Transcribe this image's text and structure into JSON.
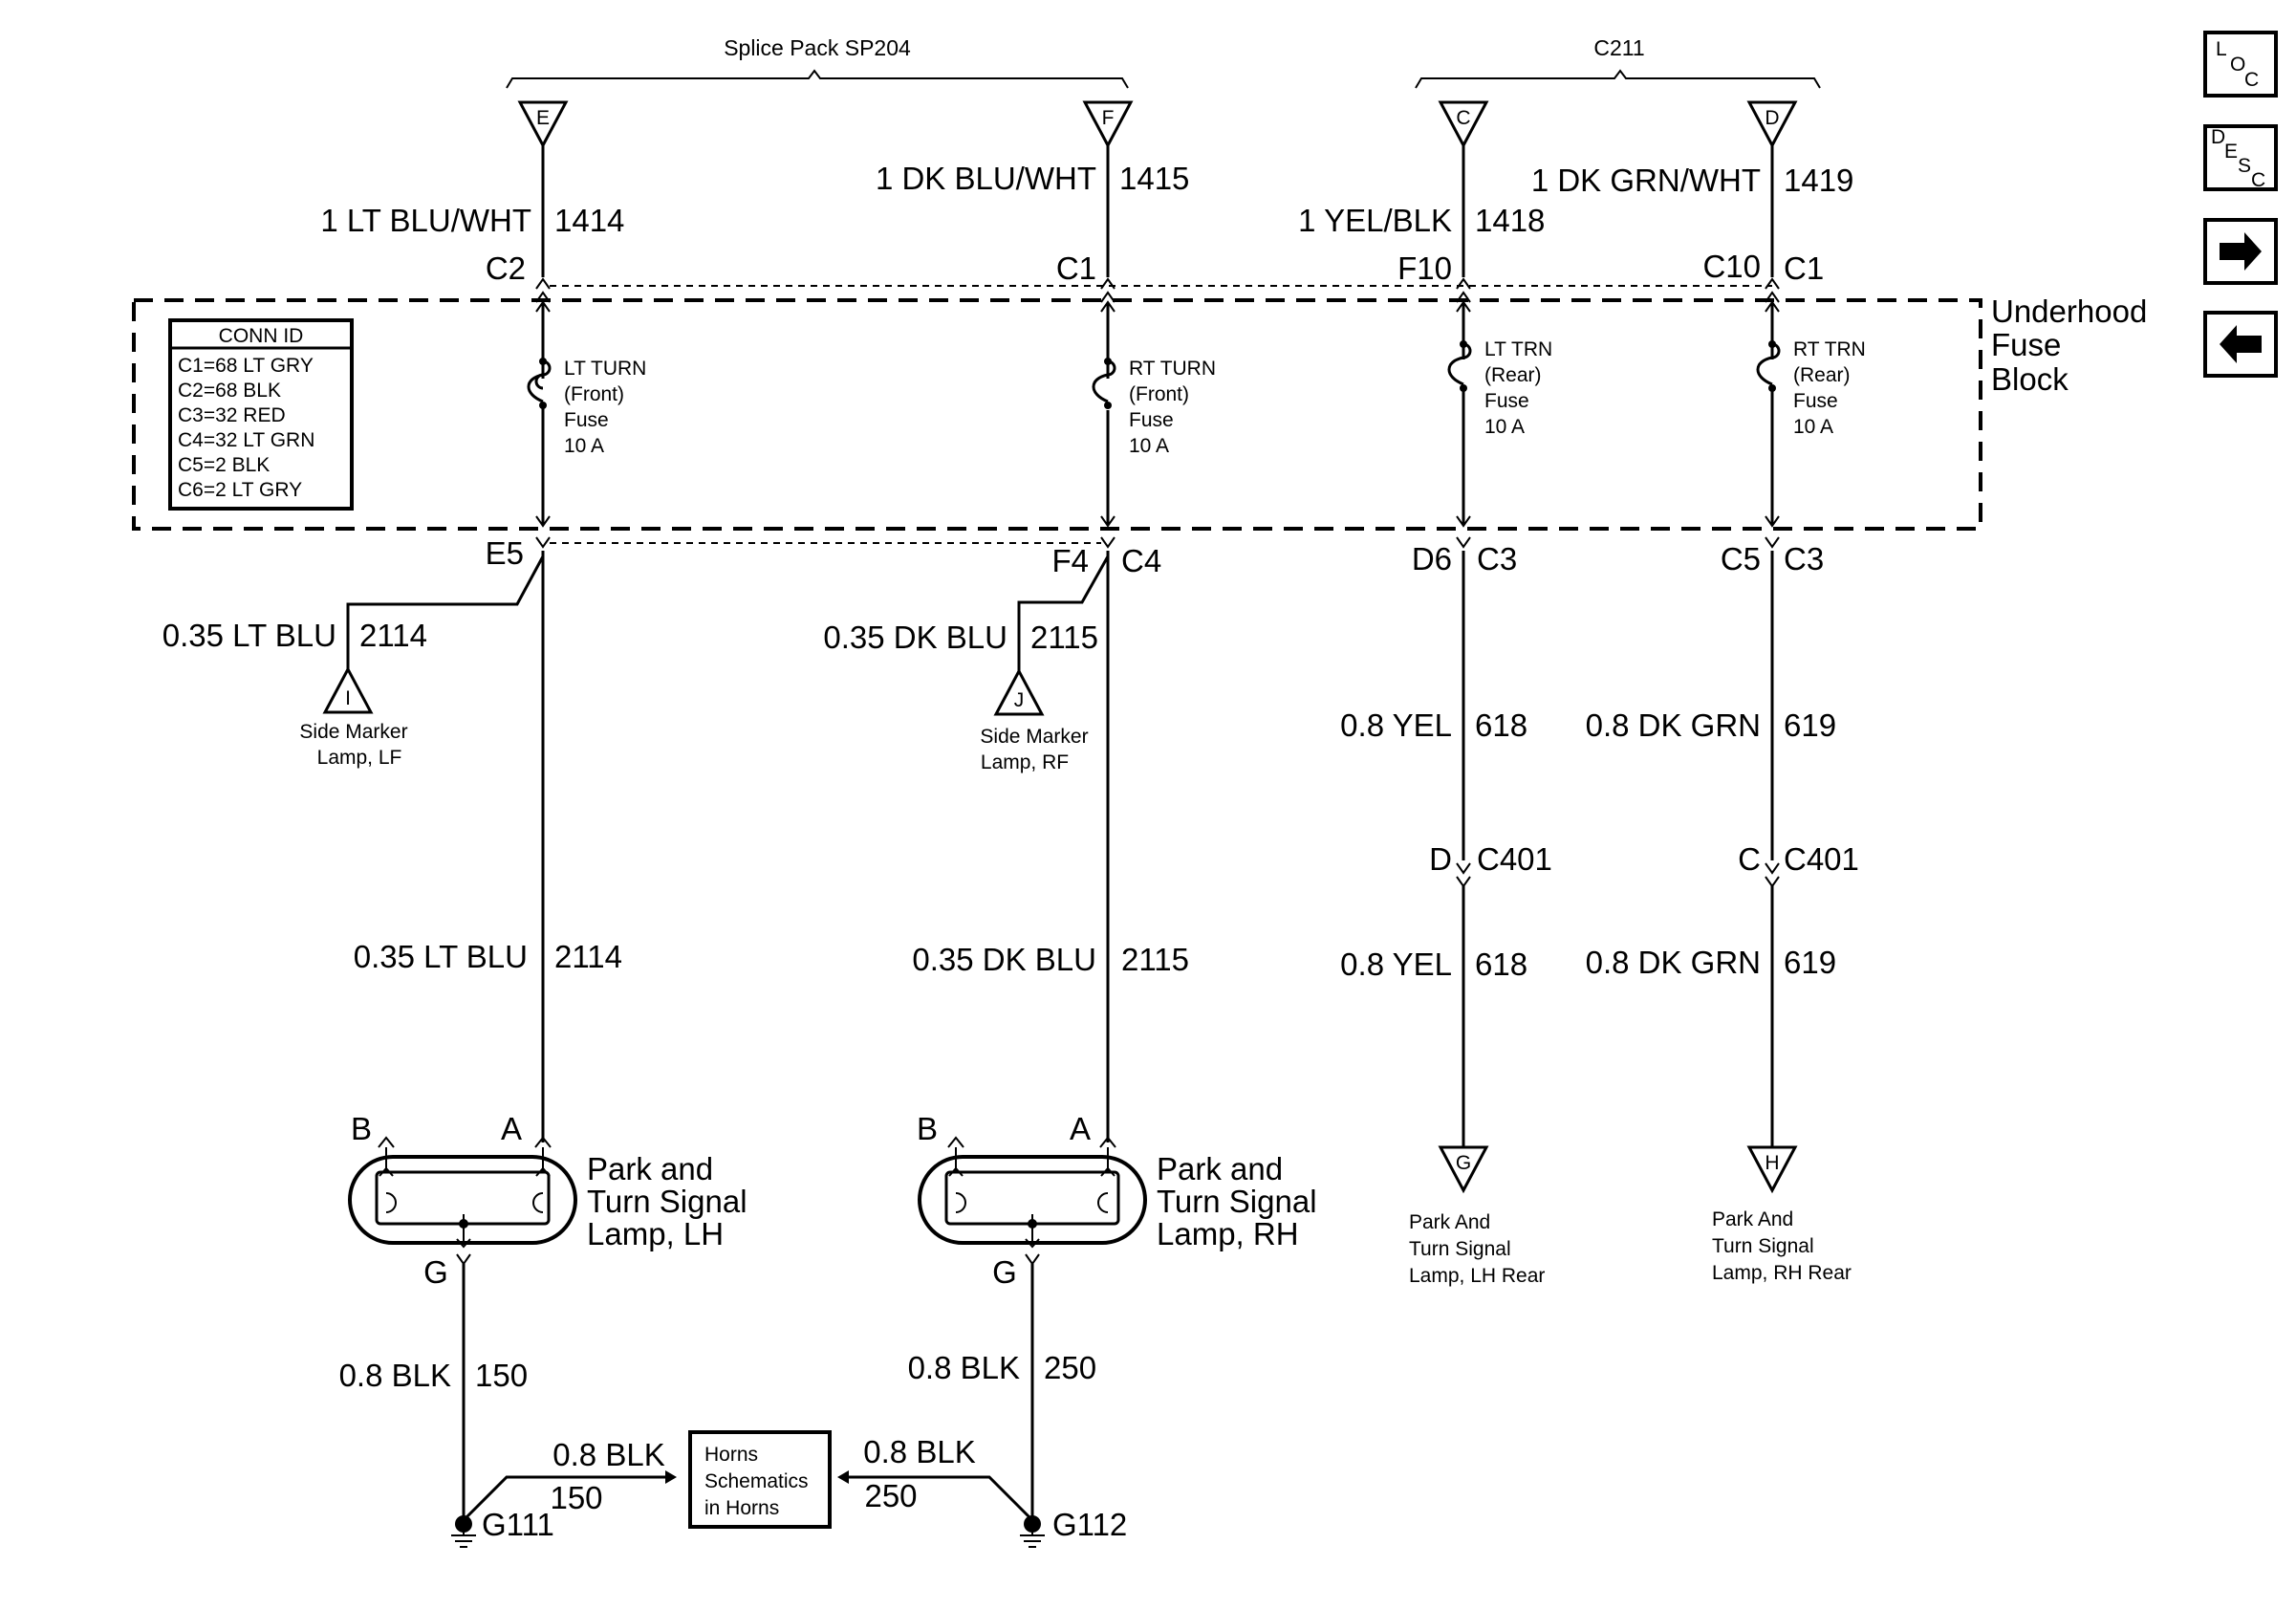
{
  "top_connectors": {
    "splice_pack": "Splice Pack SP204",
    "c211": "C211"
  },
  "terminals": {
    "E": "E",
    "F": "F",
    "C": "C",
    "D": "D",
    "G": "G",
    "H": "H",
    "I": "I",
    "J": "J"
  },
  "wires_top": {
    "w1414": {
      "color": "1 LT BLU/WHT",
      "circuit": "1414",
      "pin": "C2"
    },
    "w1415": {
      "color": "1 DK BLU/WHT",
      "circuit": "1415",
      "pin": "C1"
    },
    "w1418": {
      "color": "1 YEL/BLK",
      "circuit": "1418",
      "pin": "F10"
    },
    "w1419": {
      "color": "1 DK GRN/WHT",
      "circuit": "1419",
      "pin": "C10",
      "pin2": "C1"
    }
  },
  "fuse_block": {
    "label_line1": "Underhood",
    "label_line2": "Fuse",
    "label_line3": "Block",
    "conn_id": {
      "title": "CONN ID",
      "rows": [
        "C1=68 LT GRY",
        "C2=68 BLK",
        "C3=32 RED",
        "C4=32 LT GRN",
        "C5=2 BLK",
        "C6=2 LT GRY"
      ]
    },
    "fuses": [
      {
        "line1": "LT TURN",
        "line2": "(Front)",
        "line3": "Fuse",
        "line4": "10 A"
      },
      {
        "line1": "RT TURN",
        "line2": "(Front)",
        "line3": "Fuse",
        "line4": "10 A"
      },
      {
        "line1": "LT TRN",
        "line2": "(Rear)",
        "line3": "Fuse",
        "line4": "10 A"
      },
      {
        "line1": "RT TRN",
        "line2": "(Rear)",
        "line3": "Fuse",
        "line4": "10 A"
      }
    ]
  },
  "bottom_pins": {
    "e5": "E5",
    "f4": "F4",
    "c4": "C4",
    "d6": "D6",
    "c3a": "C3",
    "c5": "C5",
    "c3b": "C3"
  },
  "side_markers": {
    "lf": {
      "color": "0.35 LT BLU",
      "circuit": "2114",
      "line1": "Side Marker",
      "line2": "Lamp, LF"
    },
    "rf": {
      "color": "0.35 DK BLU",
      "circuit": "2115",
      "line1": "Side Marker",
      "line2": "Lamp, RF"
    }
  },
  "rear_wires": {
    "yel_upper": {
      "color": "0.8 YEL",
      "circuit": "618"
    },
    "grn_upper": {
      "color": "0.8 DK GRN",
      "circuit": "619"
    },
    "c401_d": {
      "pin": "D",
      "conn": "C401"
    },
    "c401_c": {
      "pin": "C",
      "conn": "C401"
    },
    "yel_lower": {
      "color": "0.8 YEL",
      "circuit": "618"
    },
    "grn_lower": {
      "color": "0.8 DK GRN",
      "circuit": "619"
    },
    "lh_rear": {
      "line1": "Park And",
      "line2": "Turn Signal",
      "line3": "Lamp, LH Rear"
    },
    "rh_rear": {
      "line1": "Park And",
      "line2": "Turn Signal",
      "line3": "Lamp, RH Rear"
    }
  },
  "front_wires": {
    "lh": {
      "color": "0.35 LT BLU",
      "circuit": "2114"
    },
    "rh": {
      "color": "0.35 DK BLU",
      "circuit": "2115"
    }
  },
  "lamps": {
    "lh": {
      "pin_b": "B",
      "pin_a": "A",
      "pin_g": "G",
      "line1": "Park and",
      "line2": "Turn Signal",
      "line3": "Lamp, LH"
    },
    "rh": {
      "pin_b": "B",
      "pin_a": "A",
      "pin_g": "G",
      "line1": "Park and",
      "line2": "Turn Signal",
      "line3": "Lamp, RH"
    }
  },
  "grounds": {
    "lh_vertical": {
      "color": "0.8 BLK",
      "circuit": "150"
    },
    "rh_vertical": {
      "color": "0.8 BLK",
      "circuit": "250"
    },
    "lh_branch": {
      "color": "0.8 BLK",
      "circuit": "150"
    },
    "rh_branch": {
      "color": "0.8 BLK",
      "circuit": "250"
    },
    "g111": "G111",
    "g112": "G112",
    "horns": {
      "line1": "Horns",
      "line2": "Schematics",
      "line3": "in Horns"
    }
  },
  "nav": {
    "loc": {
      "l": "L",
      "o": "O",
      "c": "C"
    },
    "desc": {
      "d": "D",
      "e": "E",
      "s": "S",
      "c": "C"
    },
    "next_icon": "arrow-right-icon",
    "prev_icon": "arrow-left-icon"
  }
}
